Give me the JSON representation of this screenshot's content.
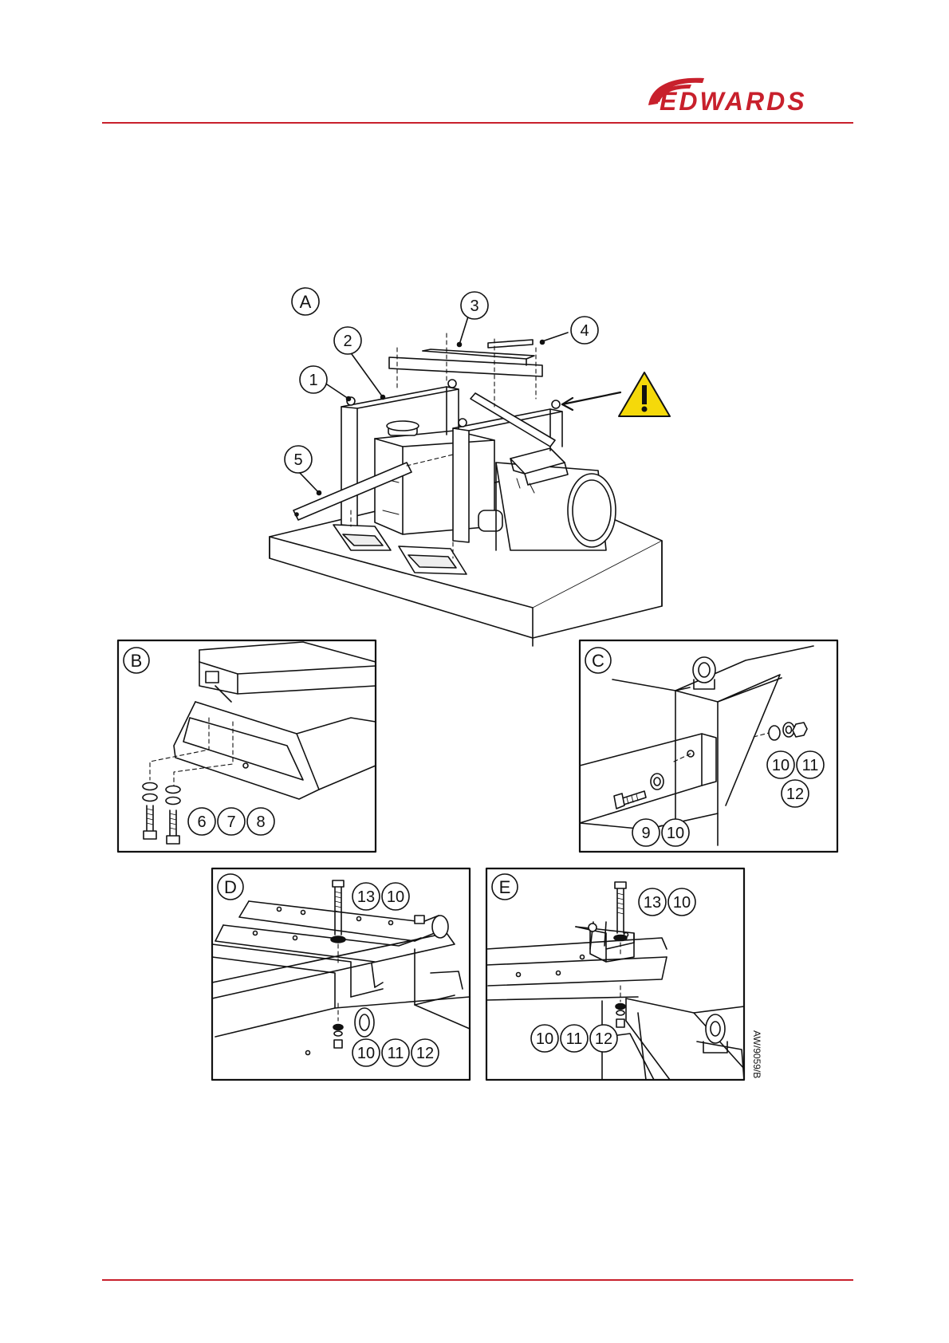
{
  "brand": {
    "name": "EDWARDS",
    "color": "#c8202c"
  },
  "figure": {
    "code": "AW/9059/B",
    "panels": {
      "A": {
        "letter": "A",
        "callouts": [
          "1",
          "2",
          "3",
          "4",
          "5"
        ],
        "has_warning_icon": true
      },
      "B": {
        "letter": "B",
        "callouts": [
          "6",
          "7",
          "8"
        ]
      },
      "C": {
        "letter": "C",
        "callouts_top": [
          "10",
          "11"
        ],
        "callouts_mid": [
          "12"
        ],
        "callouts_bottom": [
          "9",
          "10"
        ]
      },
      "D": {
        "letter": "D",
        "callouts_top": [
          "13",
          "10"
        ],
        "callouts_bottom": [
          "10",
          "11",
          "12"
        ]
      },
      "E": {
        "letter": "E",
        "callouts_top": [
          "13",
          "10"
        ],
        "callouts_bottom": [
          "10",
          "11",
          "12"
        ]
      }
    }
  }
}
